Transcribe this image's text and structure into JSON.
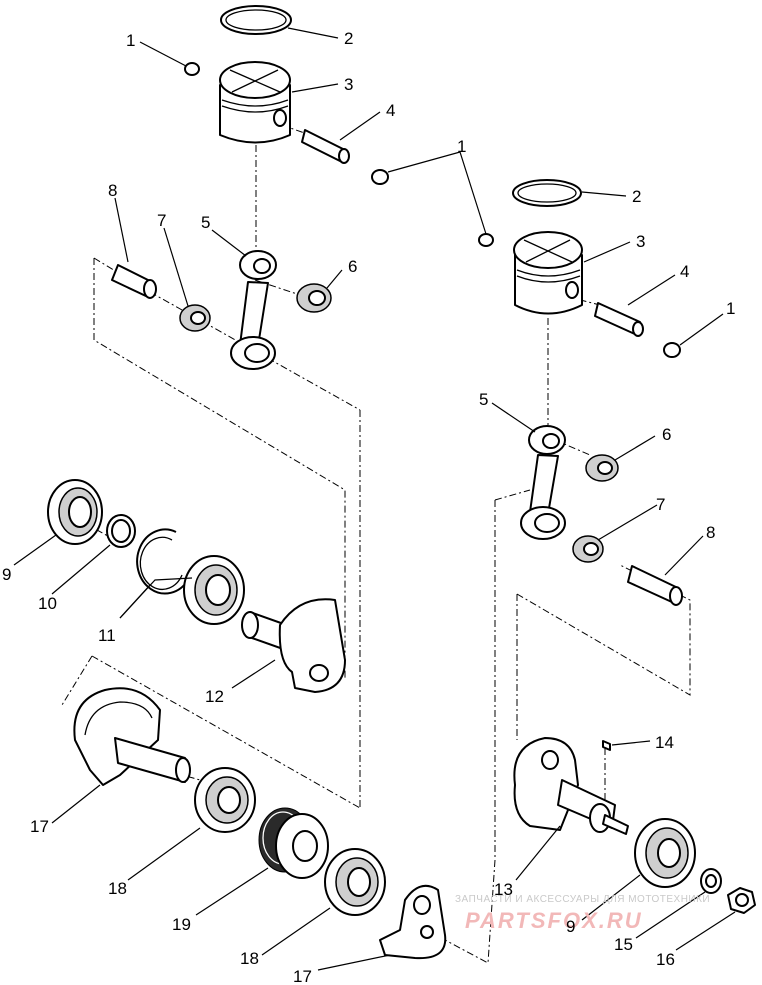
{
  "callouts": {
    "c1a": "1",
    "c2a": "2",
    "c3a": "3",
    "c4a": "4",
    "c1b": "1",
    "c8a": "8",
    "c7a": "7",
    "c5a": "5",
    "c6a": "6",
    "c2b": "2",
    "c3b": "3",
    "c4b": "4",
    "c1c": "1",
    "c5b": "5",
    "c6b": "6",
    "c7b": "7",
    "c8b": "8",
    "c9a": "9",
    "c10": "10",
    "c11": "11",
    "c12": "12",
    "c17a": "17",
    "c18a": "18",
    "c19": "19",
    "c18b": "18",
    "c17b": "17",
    "c14": "14",
    "c13": "13",
    "c9b": "9",
    "c15": "15",
    "c16": "16"
  },
  "watermark": {
    "tagline": "ЗАПЧАСТИ И АКСЕССУАРЫ ДЛЯ МОТОТЕХНИКИ",
    "logo": "PARTSFOX.RU"
  }
}
